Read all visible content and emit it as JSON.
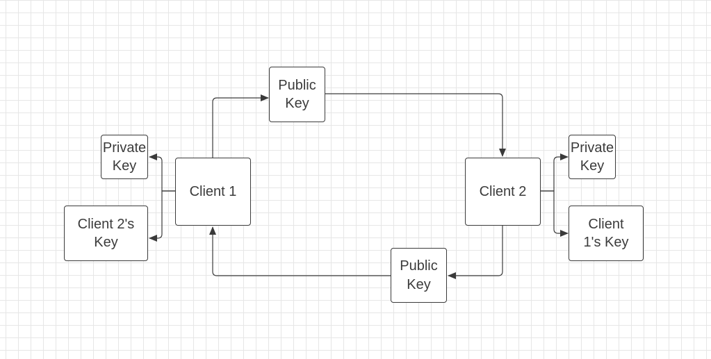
{
  "colors": {
    "stroke": "#3a3a3a",
    "grid": "#e6e6e6",
    "text": "#3b3b3b"
  },
  "nodes": {
    "public_key_top": "Public\nKey",
    "client1": "Client 1",
    "client1_private_key": "Private\nKey",
    "client1_client2s_key": "Client 2's\nKey",
    "client2": "Client 2",
    "client2_private_key": "Private\nKey",
    "client2_client1s_key": "Client\n1's Key",
    "public_key_bottom": "Public\nKey"
  }
}
